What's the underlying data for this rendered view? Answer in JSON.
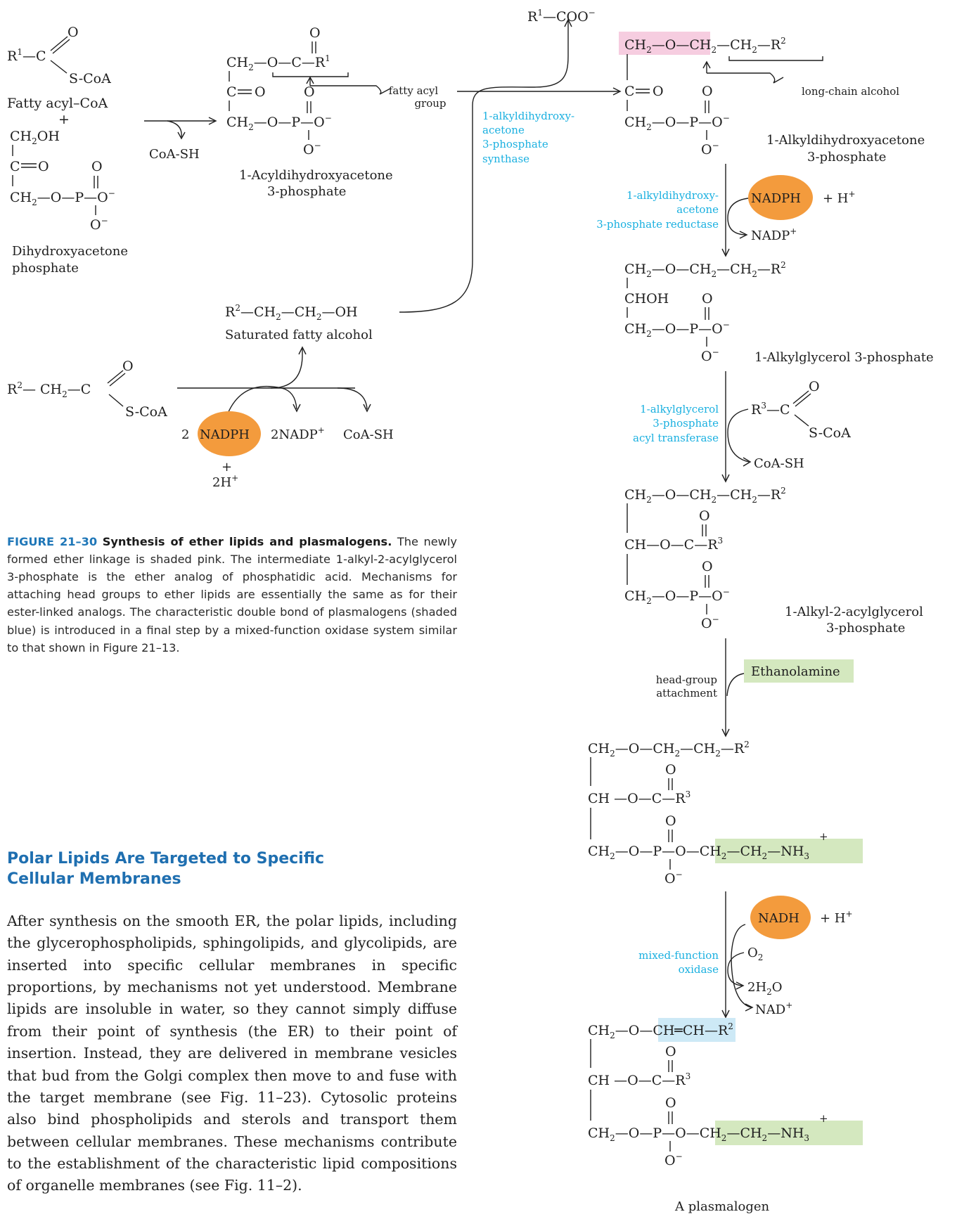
{
  "figure": {
    "number": "FIGURE 21–30",
    "title": "Synthesis of ether lipids and plasmalogens.",
    "caption": "The newly formed ether linkage is shaded pink. The intermediate 1-alkyl-2-acylglycerol 3-phosphate is the ether analog of phosphatidic acid. Mechanisms for attaching head groups to ether lipids are essentially the same as for their ester-linked analogs. The characteristic double bond of plasmalogens (shaded blue) is introduced in a final step by a mixed-function oxidase system similar to that shown in Figure 21–13."
  },
  "compounds": {
    "fatty_acyl_coa": "Fatty acyl–CoA",
    "plus": "+",
    "dhap_line1": "Dihydroxyacetone",
    "dhap_line2": "phosphate",
    "acyl_dhap_line1": "1-Acyldihydroxyacetone",
    "acyl_dhap_line2": "3-phosphate",
    "fatty_alcohol": "Saturated fatty alcohol",
    "alkyl_dhap_line1": "1-Alkyldihydroxyacetone",
    "alkyl_dhap_line2": "3-phosphate",
    "alkylglycerol_p": "1-Alkylglycerol 3-phosphate",
    "alkyl_acyl_line1": "1-Alkyl-2-acylglycerol",
    "alkyl_acyl_line2": "3-phosphate",
    "plasmalogen": "A plasmalogen"
  },
  "annotations": {
    "fatty_acyl_group_1": "fatty acyl",
    "fatty_acyl_group_2": "group",
    "long_chain_alcohol": "long-chain alcohol",
    "head_group_1": "head-group",
    "head_group_2": "attachment"
  },
  "enzymes": {
    "synthase": [
      "1-alkyldihydroxy-",
      "acetone",
      "3-phosphate",
      "synthase"
    ],
    "reductase": [
      "1-alkyldihydroxy-",
      "acetone",
      "3-phosphate reductase"
    ],
    "transferase": [
      "1-alkylglycerol",
      "3-phosphate",
      "acyl transferase"
    ],
    "oxidase": [
      "mixed-function",
      "oxidase"
    ]
  },
  "cofactors": {
    "coash": "CoA-SH",
    "nadph": "NADPH",
    "nadph2": "2",
    "nadp_plus": "NADP",
    "two_nadp": "2NADP",
    "two_h": "2H",
    "h_plus": "+ H",
    "nadh": "NADH",
    "nad_plus": "NAD",
    "o2": "O",
    "h2o": "2H",
    "ethanolamine": "Ethanolamine",
    "r1coo": "R"
  },
  "colors": {
    "pink": "#f6cde0",
    "blue": "#cde9f6",
    "green": "#d4e8bf",
    "orange": "#f39b3d",
    "enzyme_text": "#1ab0e0",
    "heading": "#1f6fb0"
  },
  "section": {
    "heading_line1": "Polar Lipids Are Targeted to Specific",
    "heading_line2": "Cellular Membranes",
    "body": "After synthesis on the smooth ER, the polar lipids, including the glycerophospholipids, sphingolipids, and glycolipids, are inserted into specific cellular membranes in specific proportions, by mechanisms not yet understood. Membrane lipids are insoluble in water, so they cannot simply diffuse from their point of synthesis (the ER) to their point of insertion. Instead, they are delivered in membrane vesicles that bud from the Golgi complex then move to and fuse with the target membrane (see Fig. 11–23). Cytosolic proteins also bind phospholipids and sterols and transport them between cellular membranes. These mechanisms contribute to the establishment of the characteristic lipid compositions of organelle membranes (see Fig. 11–2)."
  }
}
